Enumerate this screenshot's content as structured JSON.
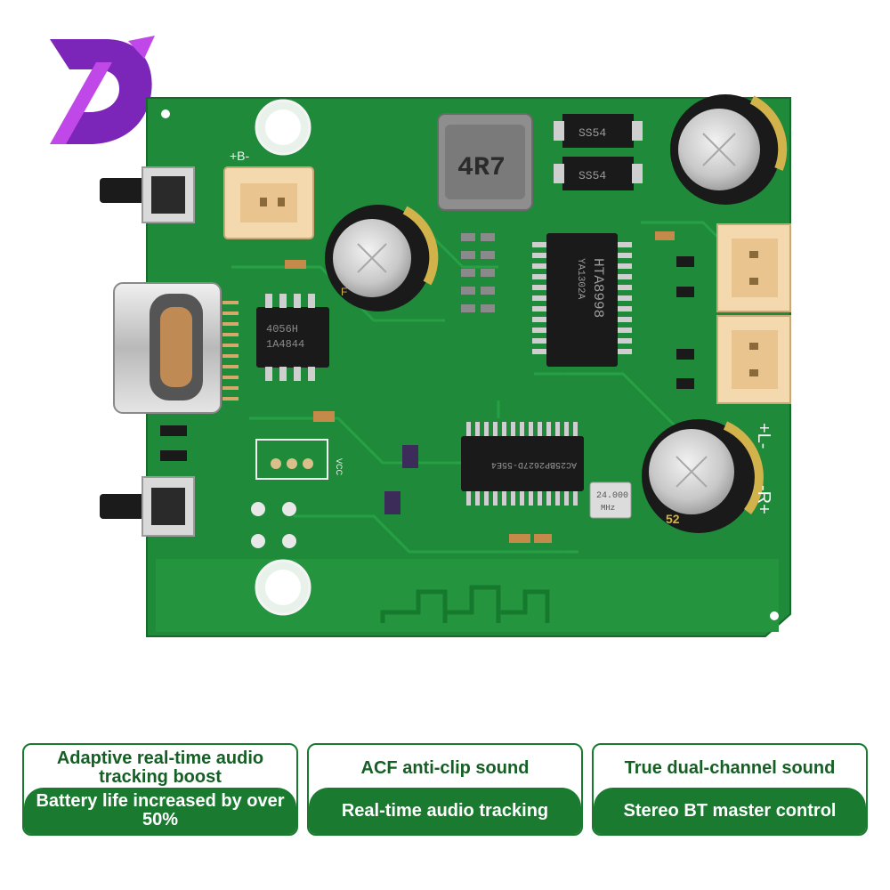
{
  "brand": {
    "logo_icon": "d-letter-brand-icon",
    "colors": {
      "logo_dark": "#6a1ea8",
      "logo_light": "#b83be0"
    }
  },
  "board": {
    "colors": {
      "pcb": "#1f8a3a",
      "pcb_dark": "#146b2a",
      "silkscreen": "#f4f4f4"
    },
    "labels": {
      "battery": "+B-",
      "left_channel": "+L-",
      "right_channel": "-R+",
      "amplifier_chip": "HTA8998",
      "amplifier_sub": "YA1302A",
      "charger_chip": "4056H",
      "charger_sub": "1A4844",
      "bt_chip": "AC25BP2627D-55E4",
      "inductor": "4R7",
      "diode_1": "SS54",
      "diode_2": "SS54",
      "crystal": "24.000",
      "crystal_unit": "MHz",
      "vcc": "VCC",
      "cap_mark": "F",
      "cap_value": "52"
    }
  },
  "features": [
    {
      "top": "Adaptive real-time audio tracking boost",
      "bottom": "Battery life increased by over 50%"
    },
    {
      "top": "ACF anti-clip sound",
      "bottom": "Real-time audio tracking"
    },
    {
      "top": "True dual-channel sound",
      "bottom": "Stereo BT master control"
    }
  ],
  "theme": {
    "card_green": "#1a7a30"
  }
}
